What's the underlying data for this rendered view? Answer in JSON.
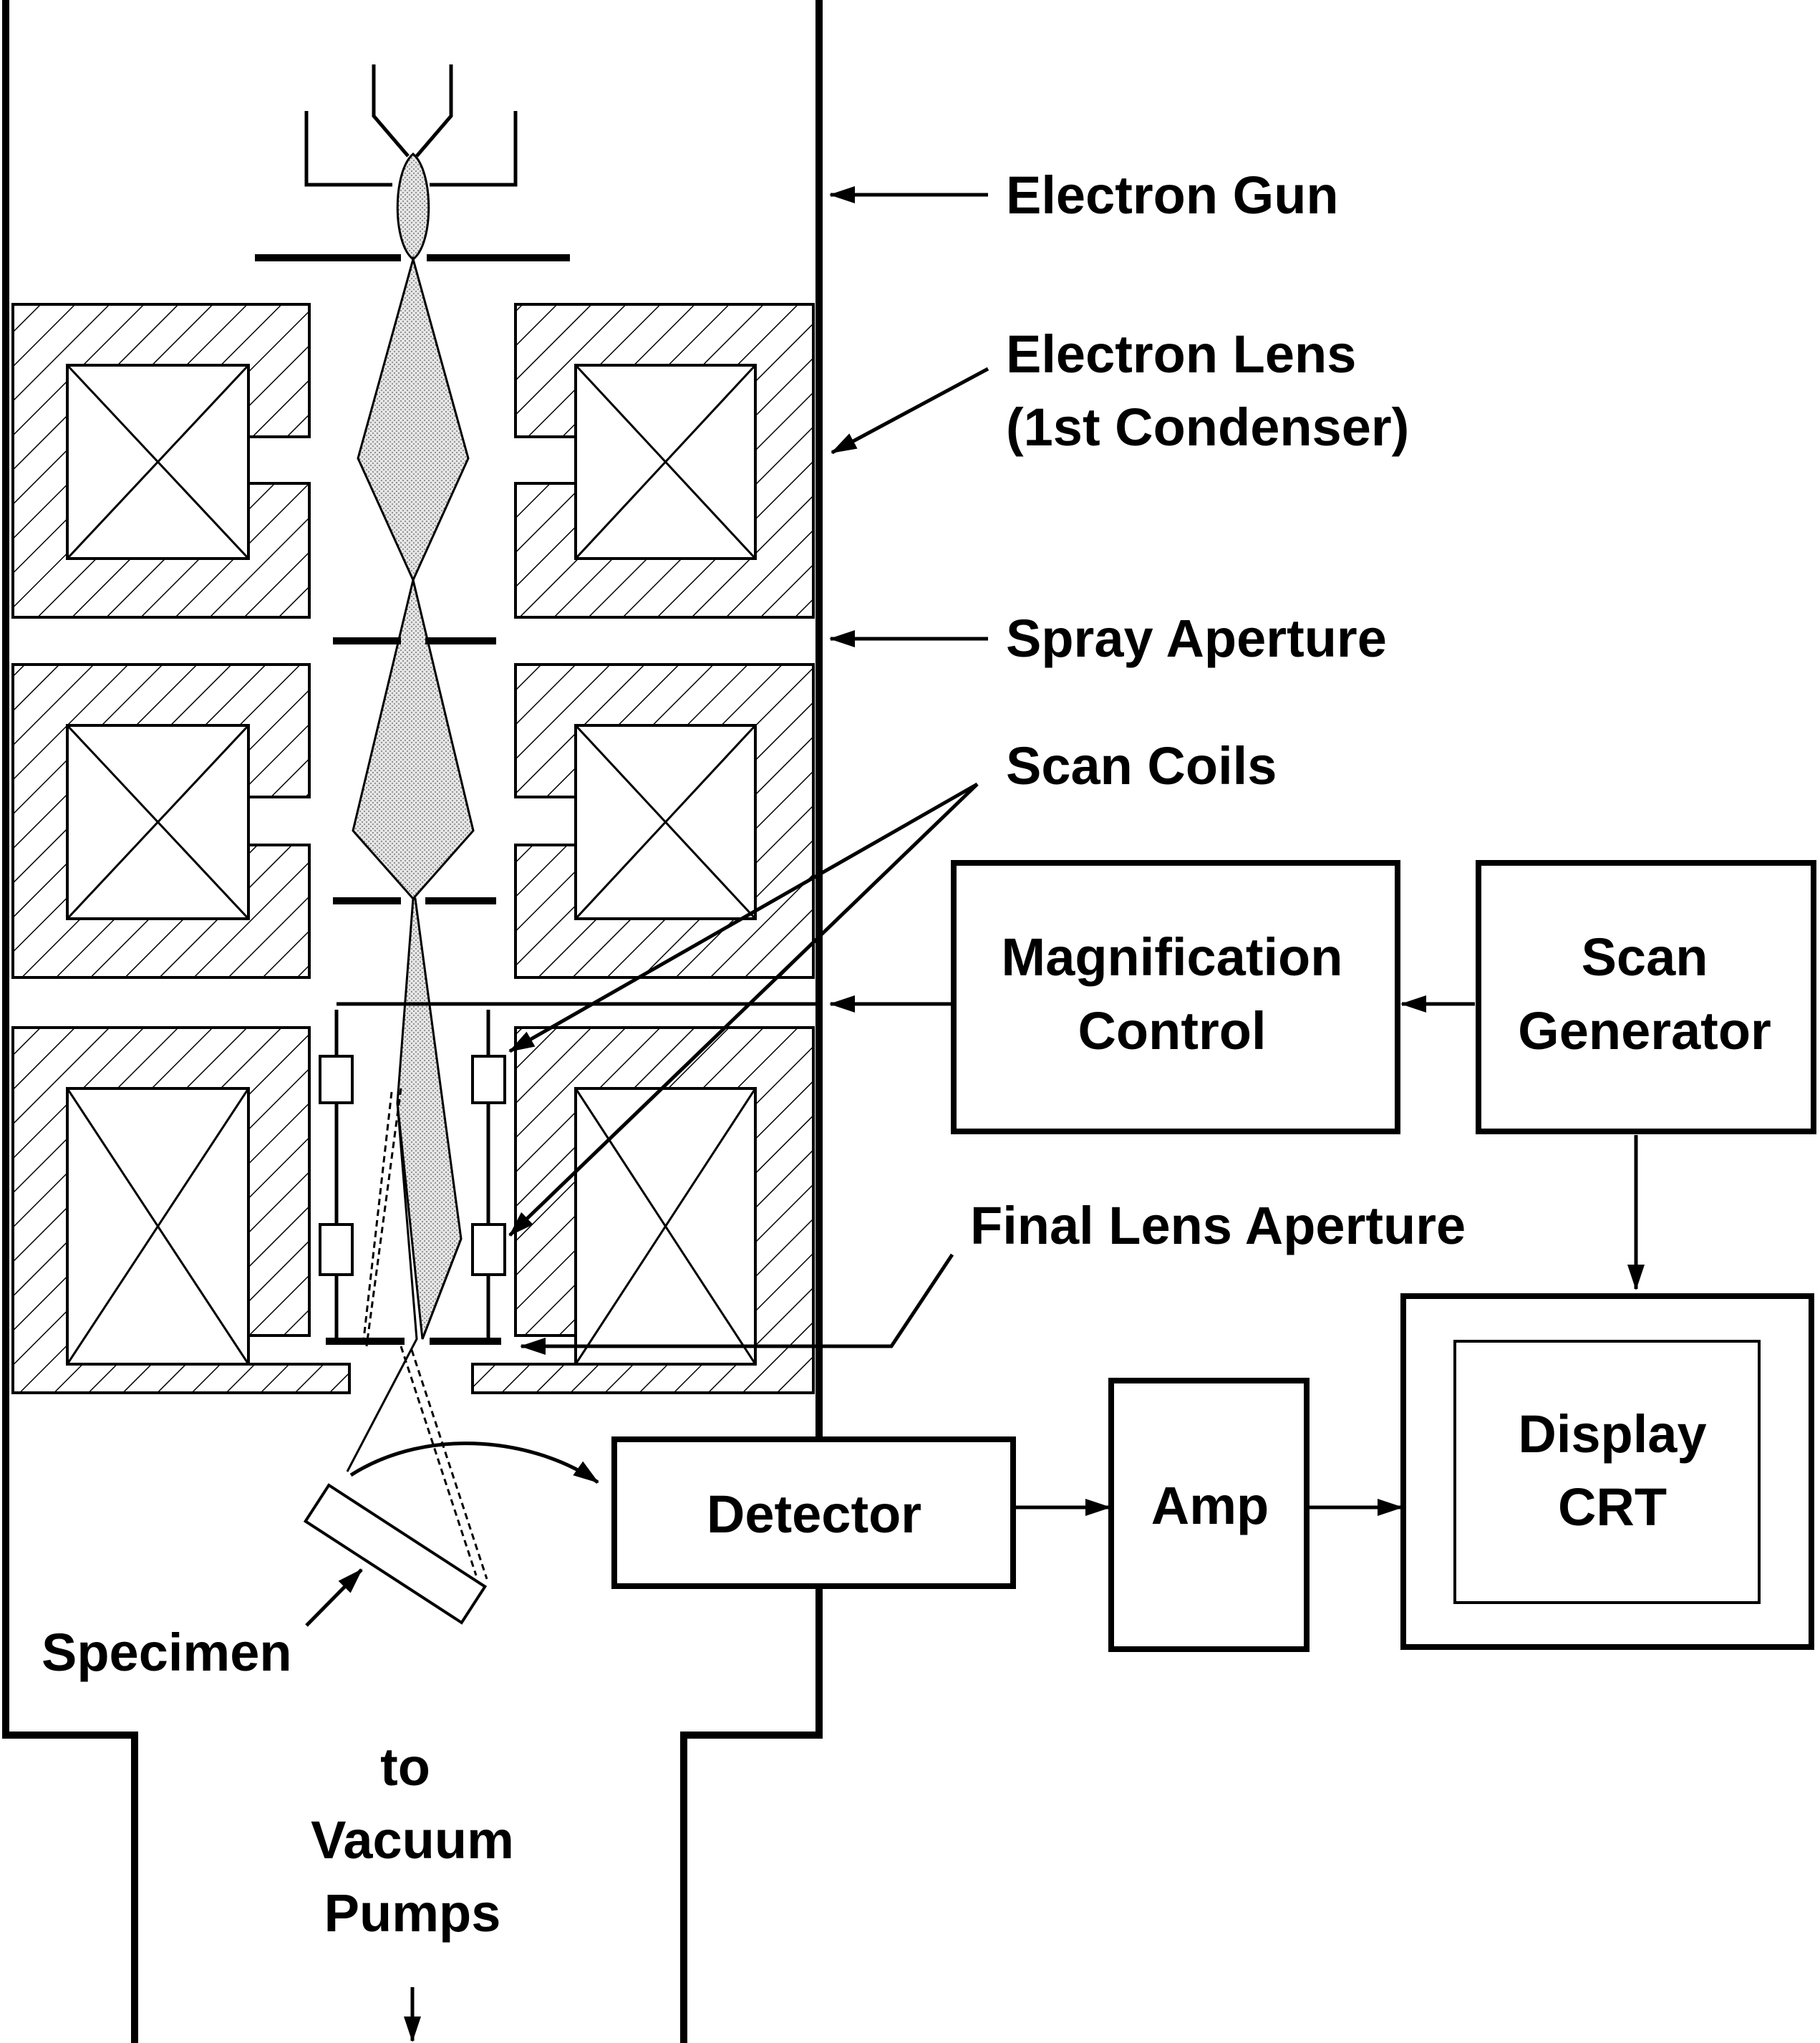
{
  "labels": {
    "electron_gun": "Electron Gun",
    "electron_lens_line1": "Electron Lens",
    "electron_lens_line2": "(1st Condenser)",
    "spray_aperture": "Spray Aperture",
    "scan_coils": "Scan Coils",
    "final_lens_aperture": "Final Lens Aperture",
    "specimen": "Specimen",
    "vacuum_line1": "to",
    "vacuum_line2": "Vacuum",
    "vacuum_line3": "Pumps"
  },
  "boxes": {
    "magnification_line1": "Magnification",
    "magnification_line2": "Control",
    "scan_generator_line1": "Scan",
    "scan_generator_line2": "Generator",
    "detector": "Detector",
    "amp": "Amp",
    "display_line1": "Display",
    "display_line2": "CRT"
  },
  "colors": {
    "ink": "#000000",
    "beam_fill": "#cfcfcf",
    "background": "#ffffff"
  }
}
